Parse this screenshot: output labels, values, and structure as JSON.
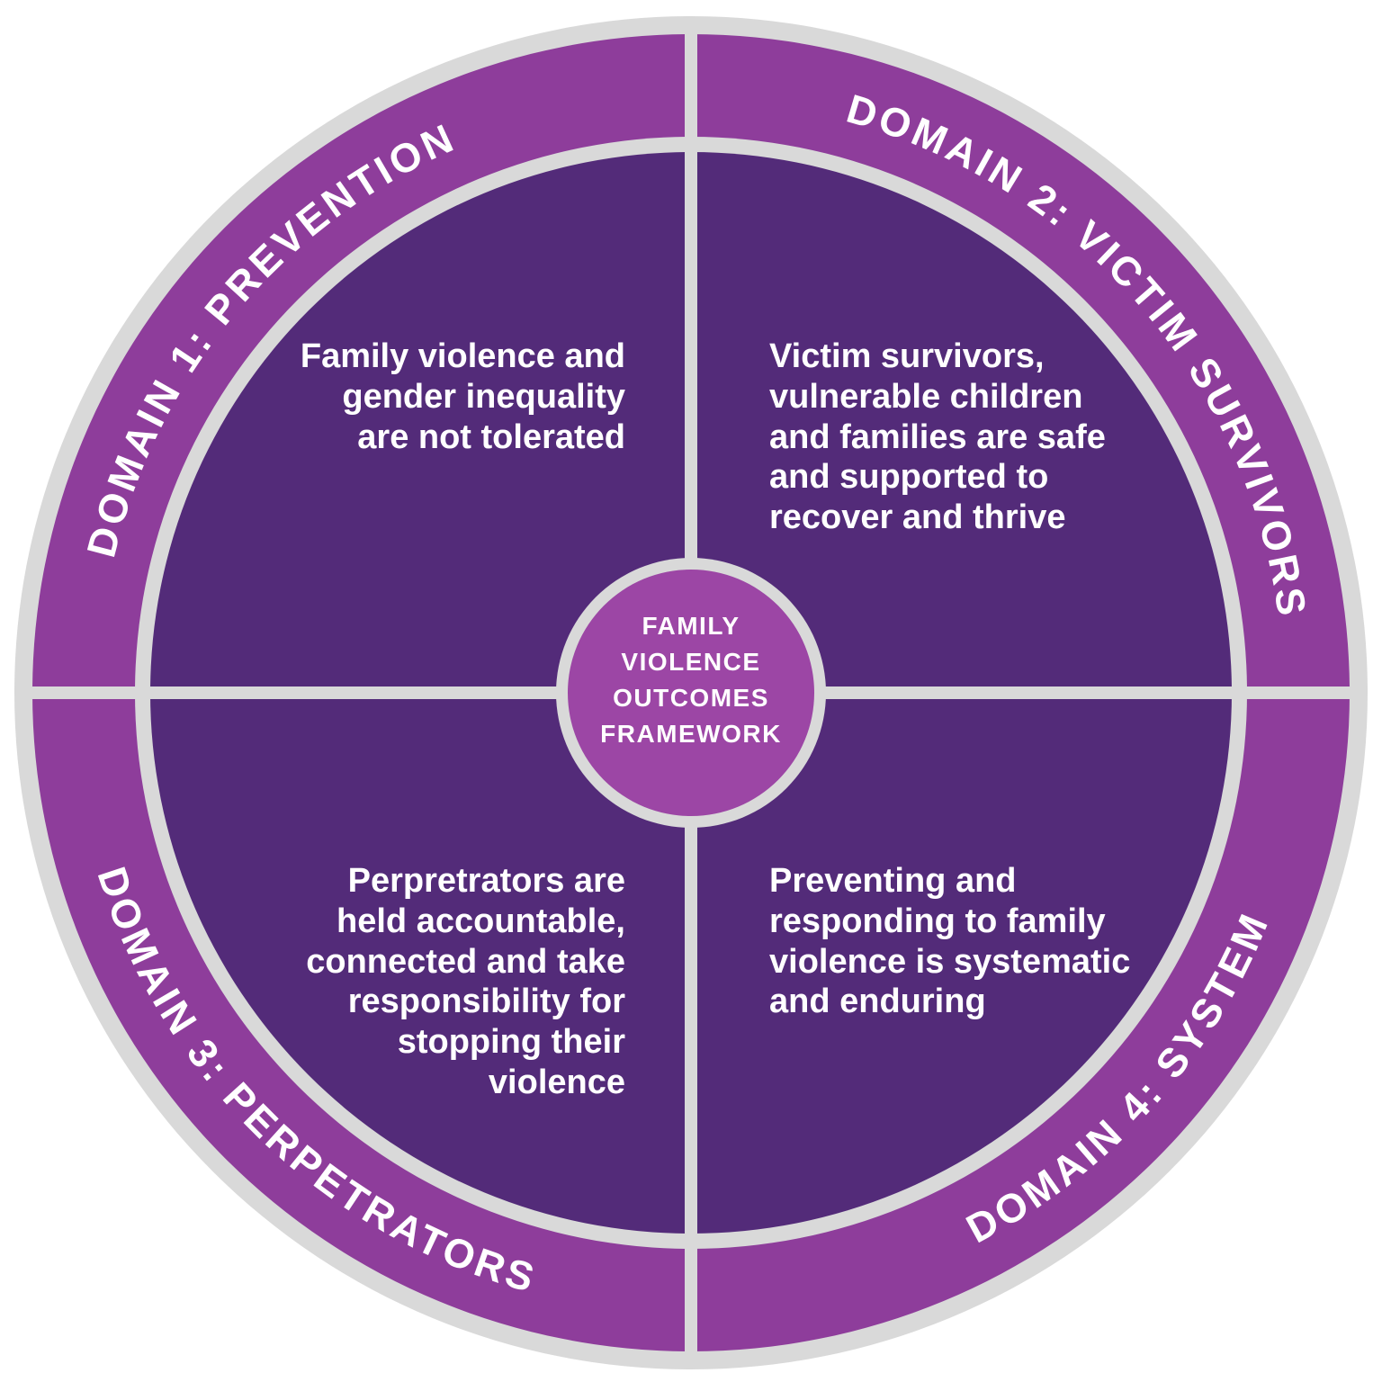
{
  "diagram": {
    "center_title": "FAMILY\nVIOLENCE\nOUTCOMES\nFRAMEWORK",
    "domains": [
      {
        "arc_label": "DOMAIN 1: PREVENTION",
        "outcome": "Family violence and\ngender inequality\nare not tolerated"
      },
      {
        "arc_label": "DOMAIN 2: VICTIM SURVIVORS",
        "outcome": "Victim survivors,\nvulnerable children\nand families are safe\nand supported to\nrecover and thrive"
      },
      {
        "arc_label": "DOMAIN 3: PERPETRATORS",
        "outcome": "Perpretrators are\nheld accountable,\nconnected and take\nresponsibility for\nstopping their\nviolence"
      },
      {
        "arc_label": "DOMAIN 4: SYSTEM",
        "outcome": "Preventing and\nresponding to family\nviolence is systematic\nand enduring"
      }
    ],
    "colors": {
      "outer_ring_purple": "#8e3d9b",
      "quadrant_purple": "#532b79",
      "center_circle_purple": "#9c46a5",
      "divider_gray": "#d9d9d9",
      "background": "#ffffff",
      "text": "#ffffff"
    }
  }
}
